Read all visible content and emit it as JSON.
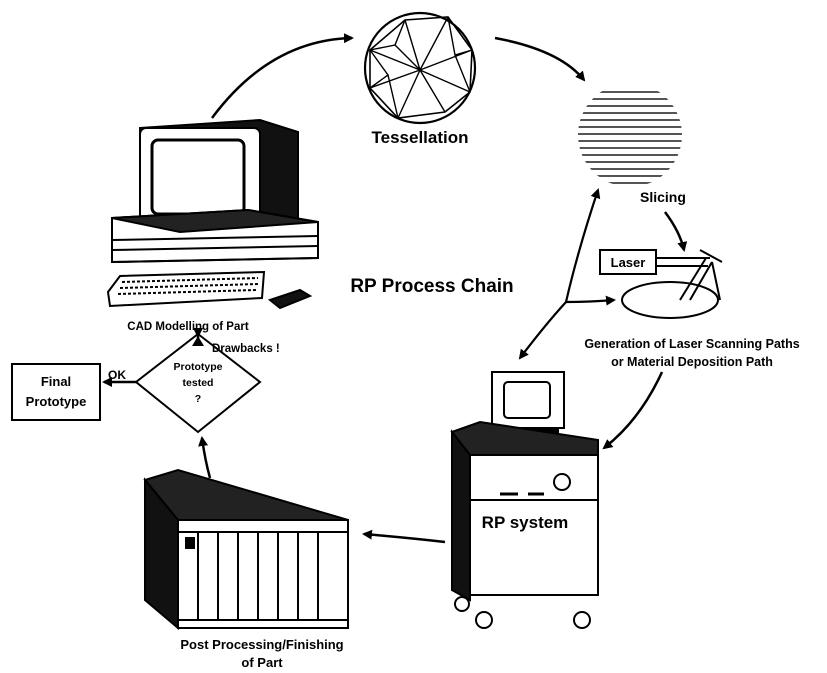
{
  "diagram": {
    "title": "RP Process Chain",
    "stages": {
      "tessellation": "Tessellation",
      "slicing": "Slicing",
      "laser_box": "Laser",
      "scanning_line1": "Generation of Laser Scanning Paths",
      "scanning_line2": "or Material Deposition Path",
      "rp_system": "RP system",
      "post_line1": "Post Processing/Finishing",
      "post_line2": "of Part",
      "cad": "CAD Modelling of Part",
      "decision_line1": "Prototype",
      "decision_line2": "tested",
      "decision_line3": "?",
      "drawbacks": "Drawbacks !",
      "ok": "OK",
      "final_line1": "Final",
      "final_line2": "Prototype"
    },
    "icons": [
      "sphere-mesh-icon",
      "slices-icon",
      "laser-icon",
      "rp-machine-icon",
      "post-processing-cabinet-icon",
      "computer-icon",
      "keyboard-icon",
      "mouse-icon"
    ]
  }
}
